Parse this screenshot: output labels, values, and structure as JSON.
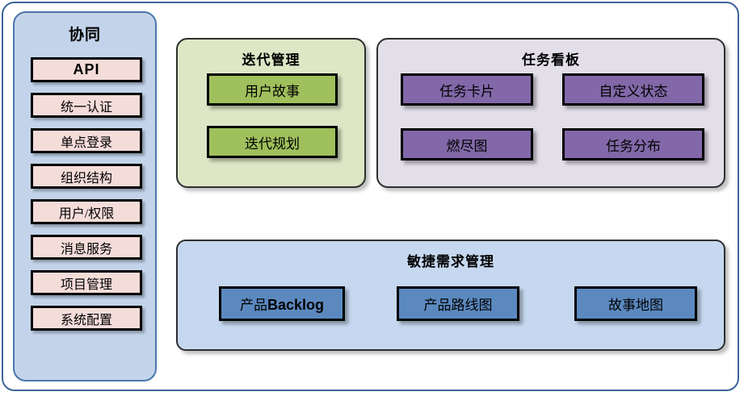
{
  "diagram": {
    "title_sidebar": "协同",
    "colors": {
      "frame_border": "#3c6498",
      "sidebar_fill": "#c3d4ea",
      "sidebar_border": "#4a76ac",
      "sidebar_item_fill": "#f4dcd9",
      "iteration_group_fill": "#dde7c6",
      "iteration_card_fill": "#9fc05c",
      "taskboard_group_fill": "#e3dfe9",
      "taskboard_card_fill": "#8268a8",
      "agile_group_fill": "#c6d8ef",
      "agile_card_fill": "#5b89bf",
      "card_border": "#000000"
    }
  },
  "sidebar": {
    "title": "协同",
    "items": [
      {
        "label": "API",
        "style": "sans"
      },
      {
        "label": "统一认证",
        "style": "serif"
      },
      {
        "label": "单点登录",
        "style": "serif"
      },
      {
        "label": "组织结构",
        "style": "serif"
      },
      {
        "label": "用户/权限",
        "style": "serif"
      },
      {
        "label": "消息服务",
        "style": "serif"
      },
      {
        "label": "项目管理",
        "style": "serif"
      },
      {
        "label": "系统配置",
        "style": "serif"
      }
    ]
  },
  "groups": {
    "iteration": {
      "title": "迭代管理",
      "cards": [
        {
          "label": "用户故事"
        },
        {
          "label": "迭代规划"
        }
      ]
    },
    "taskboard": {
      "title": "任务看板",
      "cards": [
        {
          "label": "任务卡片"
        },
        {
          "label": "自定义状态"
        },
        {
          "label": "燃尽图"
        },
        {
          "label": "任务分布"
        }
      ]
    },
    "agile": {
      "title": "敏捷需求管理",
      "cards": [
        {
          "label_prefix": "产品",
          "label_suffix": "Backlog",
          "label": "产品Backlog"
        },
        {
          "label": "产品路线图"
        },
        {
          "label": "故事地图"
        }
      ]
    }
  }
}
